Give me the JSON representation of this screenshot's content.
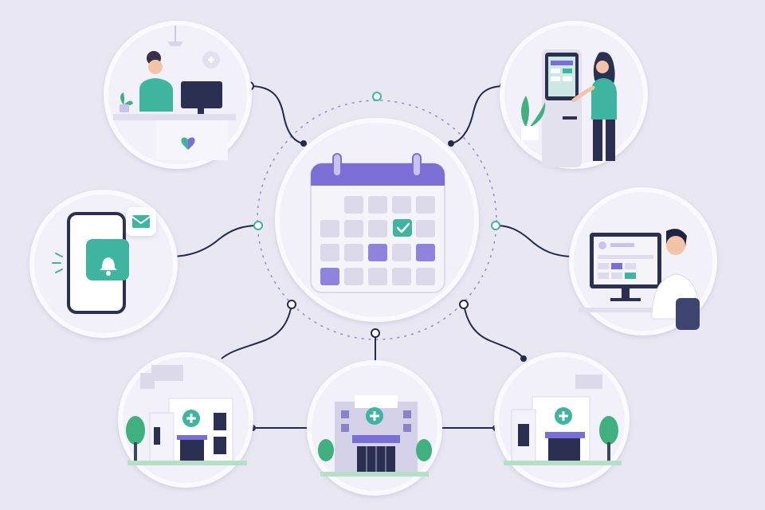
{
  "colors": {
    "background": "#e9e7f2",
    "circle_fill": "#f2f0f8",
    "circle_ring": "#f8f7fc",
    "purple": "#7b6fd6",
    "purple_light": "#c9c3ee",
    "teal": "#3fb5a0",
    "connector": "#232a4d",
    "dashed_orbit": "#7a6fc4",
    "building": "#ffffff",
    "tree": "#3fb07e"
  },
  "hub": {
    "icon": "calendar-icon",
    "checked_icon": "check-icon"
  },
  "nodes": [
    {
      "id": "reception",
      "icon": "receptionist-icon"
    },
    {
      "id": "kiosk",
      "icon": "self-checkin-kiosk-icon"
    },
    {
      "id": "mobile",
      "icon": "mobile-notification-icon"
    },
    {
      "id": "desktop",
      "icon": "staff-computer-icon"
    },
    {
      "id": "clinic-left",
      "icon": "clinic-building-icon"
    },
    {
      "id": "hospital-center",
      "icon": "hospital-building-icon"
    },
    {
      "id": "clinic-right",
      "icon": "clinic-building-icon"
    }
  ]
}
